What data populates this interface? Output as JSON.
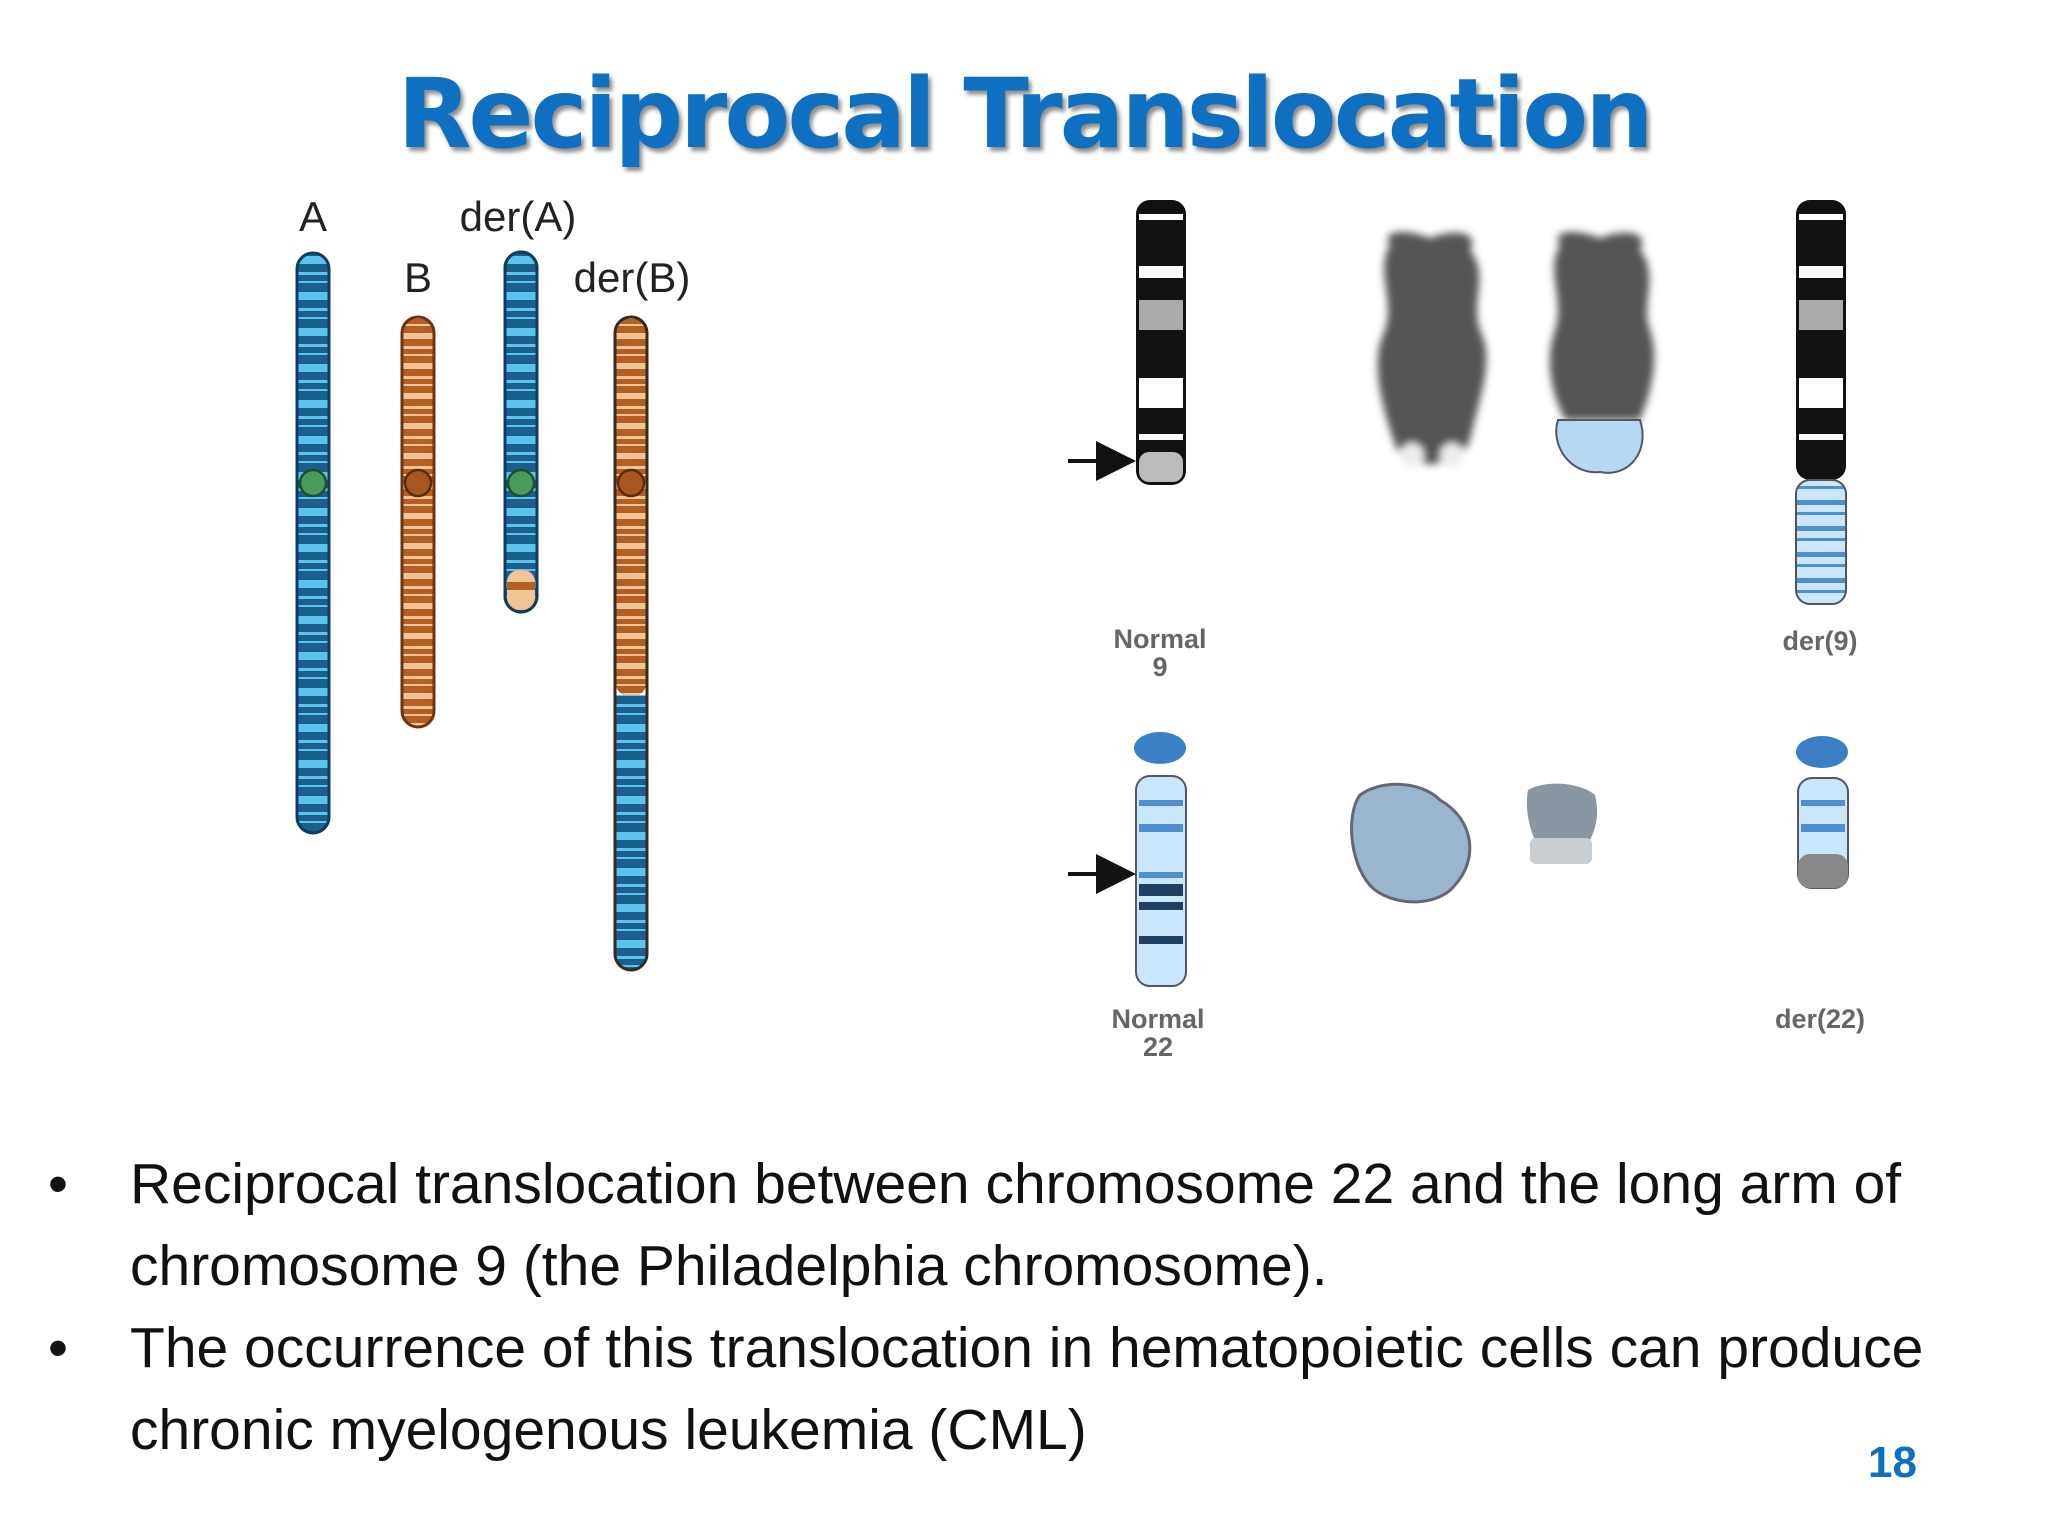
{
  "slide": {
    "title": "Reciprocal Translocation",
    "page_number": "18"
  },
  "diagram": {
    "chromosomes": [
      {
        "label": "A"
      },
      {
        "label": "B"
      },
      {
        "label": "der(A)"
      },
      {
        "label": "der(B)"
      }
    ],
    "karyotype_labels": {
      "normal9_line1": "Normal",
      "normal9_line2": "9",
      "der9": "der(9)",
      "normal22_line1": "Normal",
      "normal22_line2": "22",
      "der22": "der(22)"
    },
    "colors": {
      "chromosome_a_dark": "#1b5f8e",
      "chromosome_a_light": "#5bc3ee",
      "chromosome_b_dark": "#b35e22",
      "chromosome_b_light": "#f2c394",
      "centromere_a": "#4a9a5e",
      "centromere_b": "#a8561f"
    }
  },
  "bullets": [
    {
      "marker": "•",
      "text": "Reciprocal translocation between chromosome 22 and the long arm of chromosome 9 (the Philadelphia chromosome)."
    },
    {
      "marker": "•",
      "text": "The occurrence of this translocation in hematopoietic cells can produce chronic myelogenous leukemia (CML)"
    }
  ]
}
